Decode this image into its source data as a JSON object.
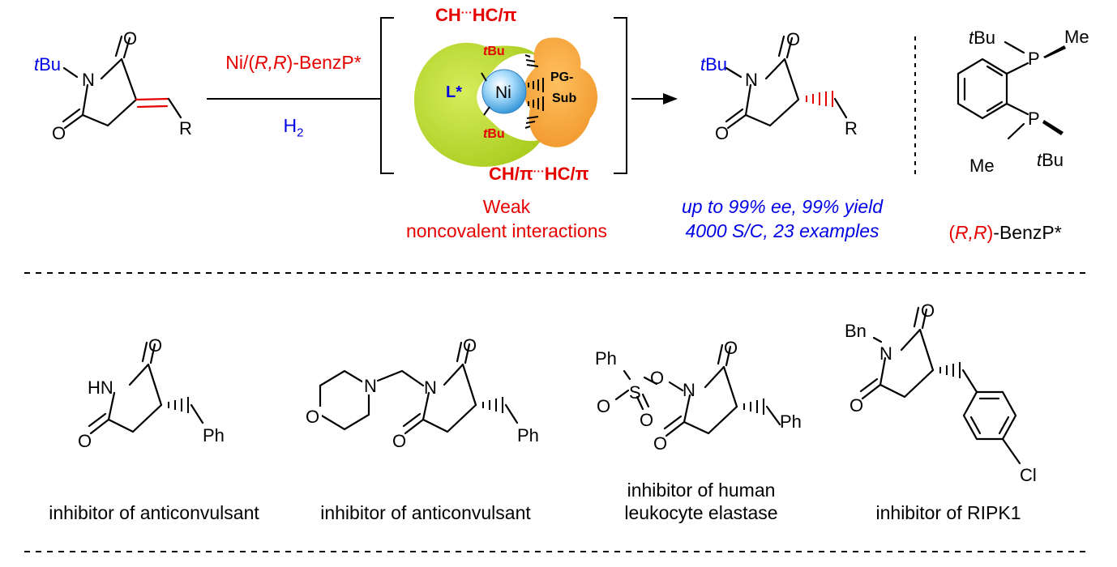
{
  "scheme": {
    "substrate": {
      "n_sub": "tBu",
      "r": "R"
    },
    "reagents": {
      "catalyst": "Ni/(R,R)-BenzP*",
      "gas": "H2"
    },
    "transition_state": {
      "top_label": "CH···HC/π",
      "bottom_label": "CH/π···HC/π",
      "ligand": "L*",
      "metal": "Ni",
      "substrate_label_1": "PG-",
      "substrate_label_2": "Sub",
      "tbu_top": "tBu",
      "tbu_bottom": "tBu",
      "caption_line1": "Weak",
      "caption_line2": "noncovalent interactions"
    },
    "product": {
      "n_sub": "tBu",
      "r": "R"
    },
    "results": {
      "line1": "up to 99% ee, 99% yield",
      "line2": "4000 S/C, 23 examples"
    },
    "ligand": {
      "name": "(R,R)-BenzP*",
      "sub1": "tBu",
      "sub2": "Me",
      "sub3": "Me",
      "sub4": "tBu",
      "p": "P"
    }
  },
  "examples": [
    {
      "caption": "inhibitor of anticonvulsant",
      "n_label": "HN",
      "r": "Ph"
    },
    {
      "caption": "inhibitor of anticonvulsant",
      "r": "Ph"
    },
    {
      "caption_line1": "inhibitor of human",
      "caption_line2": "leukocyte elastase",
      "ph": "Ph",
      "r": "Ph"
    },
    {
      "caption": "inhibitor of RIPK1",
      "n_sub": "Bn",
      "cl": "Cl"
    }
  ],
  "colors": {
    "red": "#e60000",
    "blue": "#0000e6",
    "ligand_green": "#bddd2e",
    "substrate_orange": "#f5a33a",
    "ni_blue": "#7ec4f0"
  }
}
